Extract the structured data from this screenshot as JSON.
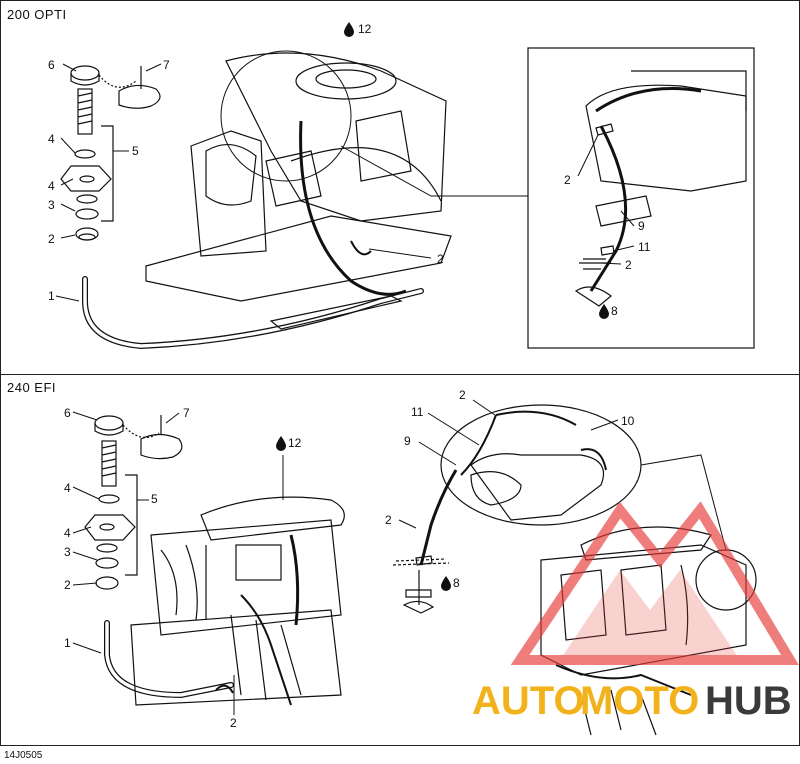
{
  "top_panel": {
    "title": "200 OPTI",
    "callouts": {
      "c1": "1",
      "c2a": "2",
      "c2b": "2",
      "c2c": "2",
      "c2d": "2",
      "c3": "3",
      "c4a": "4",
      "c4b": "4",
      "c5": "5",
      "c6": "6",
      "c7": "7",
      "c8": "8",
      "c9": "9",
      "c11": "11",
      "c12": "12"
    }
  },
  "bottom_panel": {
    "title": "240 EFI",
    "callouts": {
      "c1": "1",
      "c2a": "2",
      "c2b": "2",
      "c2c": "2",
      "c2d": "2",
      "c3": "3",
      "c4a": "4",
      "c4b": "4",
      "c5": "5",
      "c6": "6",
      "c7": "7",
      "c8": "8",
      "c9": "9",
      "c10": "10",
      "c11": "11",
      "c12": "12"
    }
  },
  "footer_code": "14J0505",
  "watermark": {
    "auto": "AUTO",
    "moto": "MOTO",
    "hub": "HUB"
  },
  "colors": {
    "line": "#111111",
    "watermark_red": "#e53935",
    "watermark_yellow": "#f2b21b",
    "watermark_dark": "#3a3a3a"
  }
}
